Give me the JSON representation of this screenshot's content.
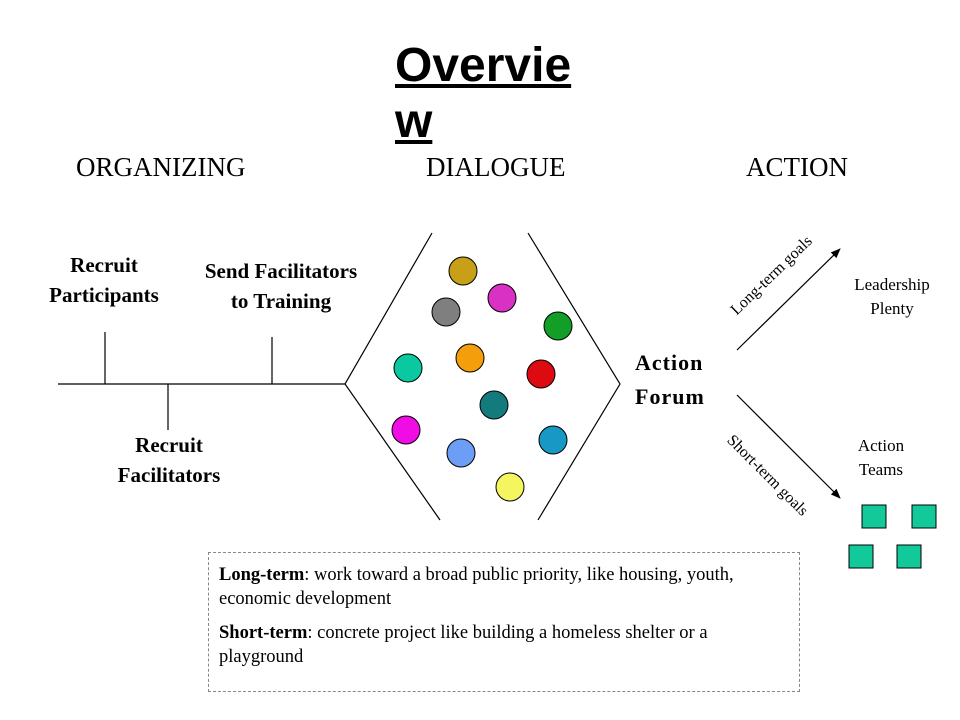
{
  "title": "Overview",
  "phases": {
    "organizing": "ORGANIZING",
    "dialogue": "DIALOGUE",
    "action": "ACTION"
  },
  "organizing": {
    "recruit_participants": "Recruit Participants",
    "send_facilitators": "Send Facilitators to Training",
    "recruit_facilitators": "Recruit Facilitators"
  },
  "action": {
    "forum": "Action Forum",
    "long_term_goals": "Long-term goals",
    "short_term_goals": "Short-term goals",
    "leadership": "Leadership Plenty",
    "teams": "Action Teams"
  },
  "dialogue_circle_colors": [
    "#C8A018",
    "#7F7F7F",
    "#D931C4",
    "#139E27",
    "#F59E0B",
    "#08C9A0",
    "#DD0A12",
    "#147B7D",
    "#F00CE4",
    "#6D9EF5",
    "#1899C5",
    "#F5F55F"
  ],
  "team_square_color": "#12C99A",
  "legend": {
    "long_term_label": "Long-term",
    "long_term_text": ":  work toward a broad public priority, like housing, youth, economic development",
    "short_term_label": "Short-term",
    "short_term_text": ": concrete project like building a homeless shelter or a playground"
  }
}
